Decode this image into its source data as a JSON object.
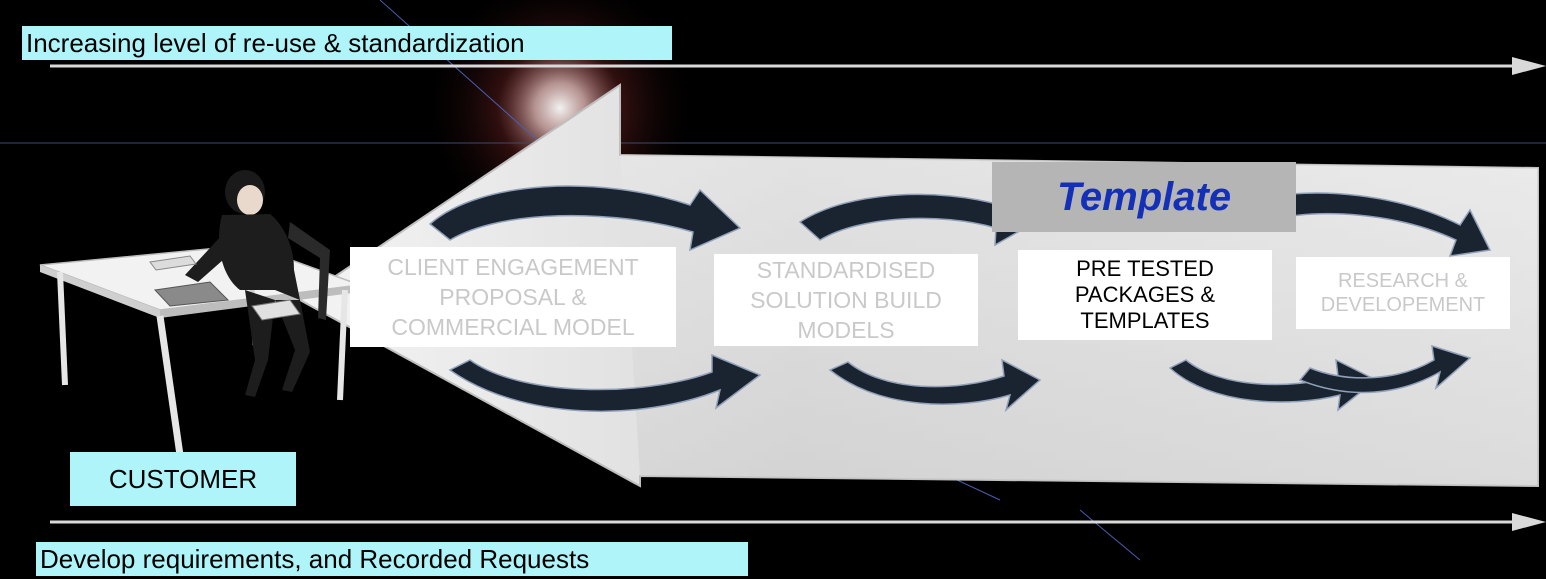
{
  "top_banner": {
    "text": "Increasing level of re-use & standardization"
  },
  "bottom_banner": {
    "text": "Develop requirements, and Recorded Requests"
  },
  "template_label": {
    "text": "Template"
  },
  "stages": [
    {
      "lines": [
        "CLIENT ENGAGEMENT",
        "PROPOSAL &",
        "COMMERCIAL MODEL"
      ]
    },
    {
      "lines": [
        "STANDARDISED",
        "SOLUTION BUILD",
        "MODELS"
      ]
    },
    {
      "lines": [
        "PRE TESTED",
        "PACKAGES &",
        "TEMPLATES"
      ]
    },
    {
      "lines": [
        "RESEARCH &",
        "DEVELOPEMENT"
      ]
    }
  ],
  "customer": {
    "text": "CUSTOMER"
  },
  "colors": {
    "background": "#000000",
    "band": "#aef4f8",
    "template_text": "#1530b8",
    "template_bg": "#b5b5b5",
    "faded_text": "#c9c9c9",
    "arrow_body": "#e6e6e6",
    "circular_arrow": "#1a2330"
  },
  "icons": {
    "customer_figure": "person-at-desk-icon",
    "cycle_arrows": "circular-arrow-icon"
  }
}
